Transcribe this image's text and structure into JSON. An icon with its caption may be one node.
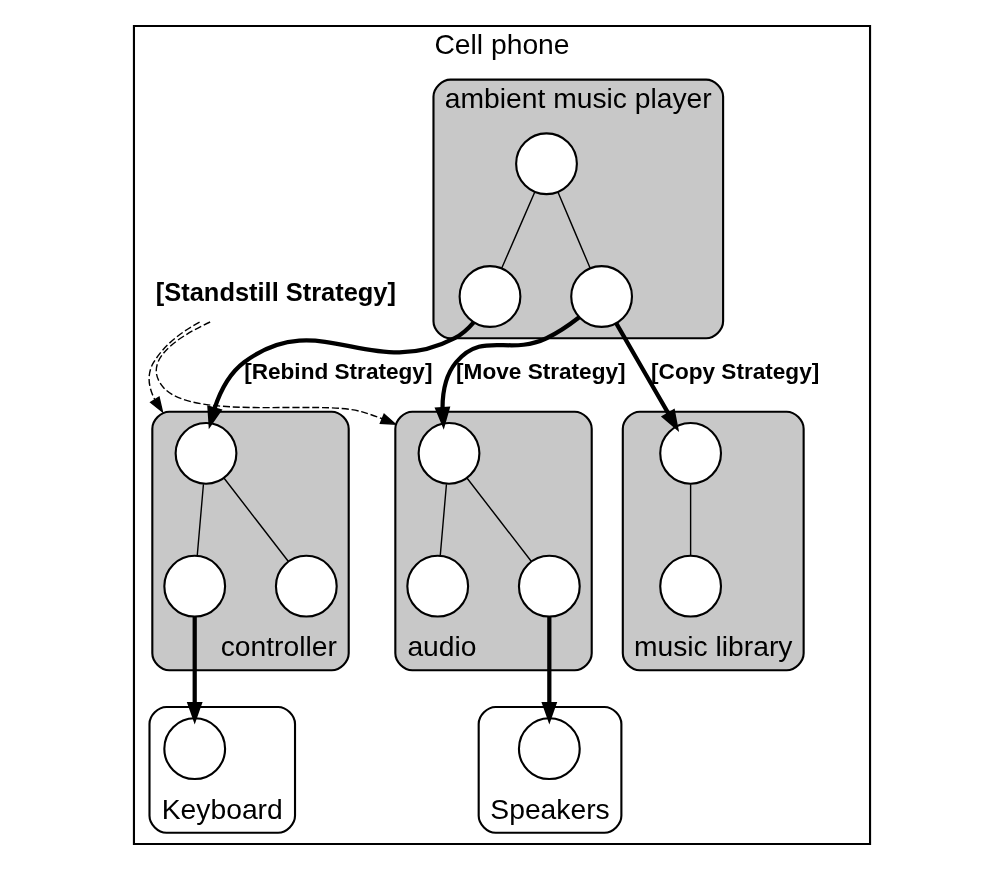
{
  "diagram": {
    "nodes": [
      {
        "text": [
          "Cell phone"
        ]
      },
      {
        "text": [
          "ambient music player"
        ],
        "in": 0
      },
      {
        "text": [],
        "shape": "circle",
        "in": 1
      },
      {
        "text": [],
        "shape": "circle",
        "in": 1
      },
      {
        "text": [],
        "shape": "circle",
        "in": 1
      },
      {
        "text": [
          "controller"
        ],
        "in": 0
      },
      {
        "text": [],
        "shape": "circle",
        "in": 5
      },
      {
        "text": [],
        "shape": "circle",
        "in": 5
      },
      {
        "text": [],
        "shape": "circle",
        "in": 5
      },
      {
        "text": [
          "music library"
        ],
        "in": 0
      },
      {
        "text": [],
        "shape": "circle",
        "in": 9
      },
      {
        "text": [],
        "shape": "circle",
        "in": 9
      },
      {
        "text": [
          "audio"
        ],
        "in": 0
      },
      {
        "text": [],
        "shape": "circle",
        "in": 12
      },
      {
        "text": [],
        "shape": "circle",
        "in": 12
      },
      {
        "text": [],
        "shape": "circle",
        "in": 12
      },
      {
        "text": [
          "Keyboard"
        ],
        "in": 0
      },
      {
        "text": [],
        "shape": "circle",
        "in": 16
      },
      {
        "text": [
          "Speakers"
        ],
        "in": 0
      },
      {
        "text": [],
        "shape": "circle",
        "in": 18
      },
      {
        "text": [
          "[Standstill Strategy]"
        ],
        "in": 0
      }
    ],
    "edges": [
      {
        "from": 2,
        "to": 4,
        "arrow": "none"
      },
      {
        "from": 2,
        "to": 3,
        "arrow": "none"
      },
      {
        "from": 4,
        "to": 6,
        "arrow": "to",
        "label": "[Rebind Strategy]",
        "style": "thick"
      },
      {
        "from": 3,
        "to": 10,
        "arrow": "to",
        "label": "[Copy Strategy]",
        "style": "thick"
      },
      {
        "from": 3,
        "to": 13,
        "arrow": "to",
        "label": "[Move Strategy]",
        "style": "thick"
      },
      {
        "from": 6,
        "to": 7,
        "arrow": "none"
      },
      {
        "from": 6,
        "to": 8,
        "arrow": "none"
      },
      {
        "from": 10,
        "to": 11,
        "arrow": "none"
      },
      {
        "from": 13,
        "to": 14,
        "arrow": "none"
      },
      {
        "from": 13,
        "to": 15,
        "arrow": "none"
      },
      {
        "from": 7,
        "to": 17,
        "arrow": "to",
        "style": "thick"
      },
      {
        "from": 15,
        "to": 19,
        "arrow": "to",
        "style": "thick"
      },
      {
        "from": 20,
        "to": 5,
        "arrow": "to",
        "style": "dashed"
      },
      {
        "from": 20,
        "to": 12,
        "arrow": "to",
        "style": "dashed"
      }
    ]
  }
}
